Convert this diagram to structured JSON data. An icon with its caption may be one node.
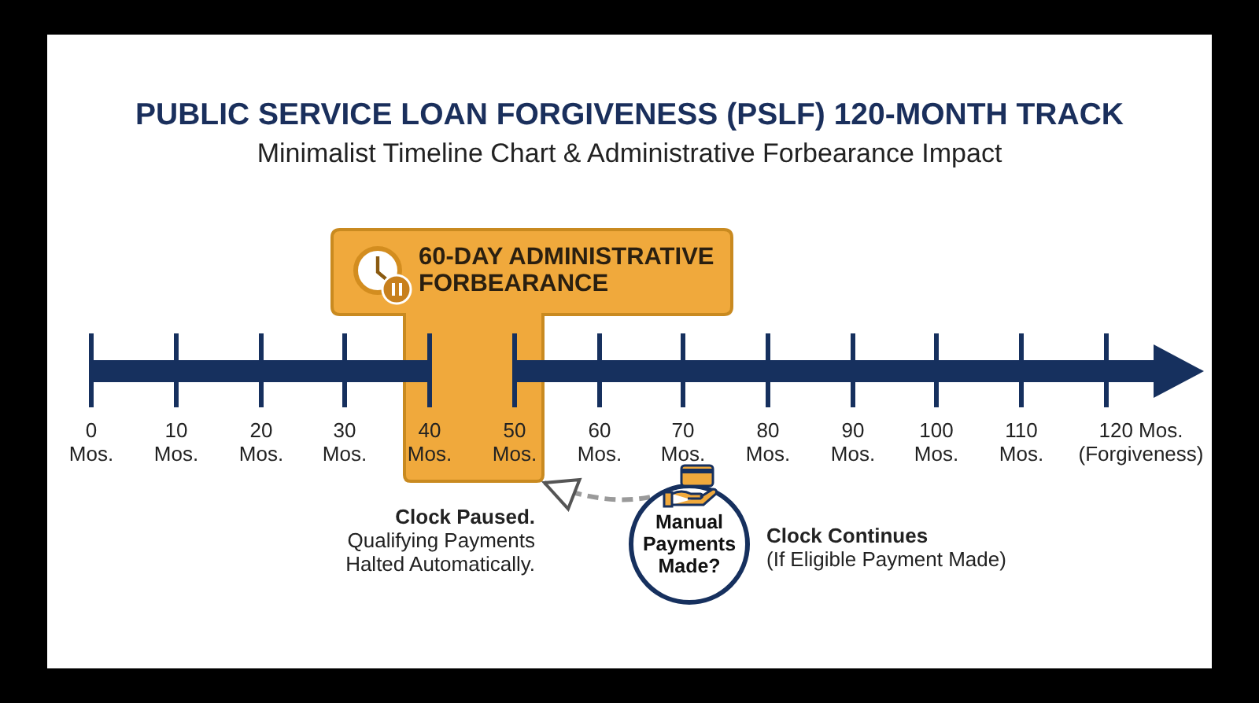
{
  "diagram": {
    "title": "PUBLIC SERVICE LOAN FORGIVENESS (PSLF) 120-MONTH TRACK",
    "nodes": [
      {
        "text": [
          "60-DAY ADMINISTRATIVE FORBEARANCE"
        ]
      },
      {
        "text": [
          "Manual Payments Made?"
        ]
      }
    ],
    "edges": [
      {
        "from": 1,
        "to": 0,
        "arrow": "to",
        "style": "dashed",
        "color": "#9a9a9a"
      }
    ],
    "labels": [
      "Minimalist Timeline Chart & Administrative Forbearance Impact",
      "0 Mos.",
      "10 Mos.",
      "20 Mos.",
      "30 Mos.",
      "40 Mos.",
      "50 Mos.",
      "60 Mos.",
      "70 Mos.",
      "80 Mos.",
      "90 Mos.",
      "100 Mos.",
      "110 Mos.",
      "120 Mos. (Forgiveness)",
      "**Clock Paused.** Qualifying Payments Halted Automatically.",
      "**Clock Continues** (If Eligible Payment Made)"
    ]
  }
}
